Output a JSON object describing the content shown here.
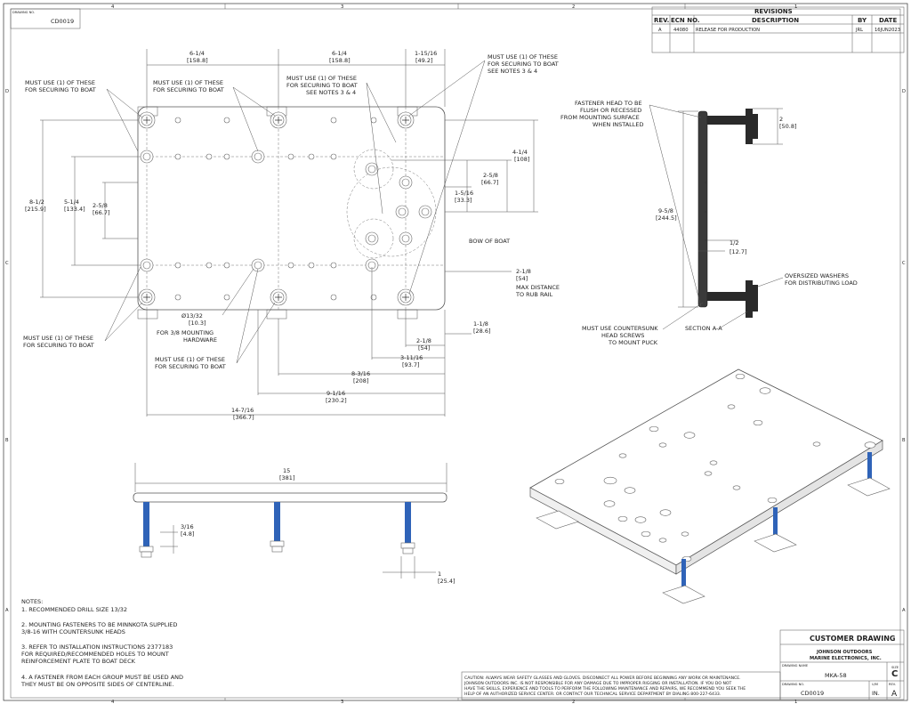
{
  "drawing_no_label": "DRAWING NO.",
  "drawing_no": "CD0019",
  "zones_top": [
    "4",
    "3",
    "2",
    "1"
  ],
  "zones_side": [
    "D",
    "C",
    "B",
    "A"
  ],
  "revisions": {
    "title": "REVISIONS",
    "headers": [
      "REV.",
      "ECN NO.",
      "DESCRIPTION",
      "BY",
      "DATE"
    ],
    "row": [
      "A",
      "44080",
      "RELEASE FOR PRODUCTION",
      "JRL",
      "16JUN2023"
    ]
  },
  "top_view": {
    "dim_top_1": "6-1/4",
    "dim_top_1_mm": "[158.8]",
    "dim_top_2": "6-1/4",
    "dim_top_2_mm": "[158.8]",
    "dim_top_3": "1-15/16",
    "dim_top_3_mm": "[49.2]",
    "note_tl": [
      "MUST USE (1) OF THESE",
      "FOR SECURING TO BOAT"
    ],
    "note_tm": [
      "MUST USE (1) OF THESE",
      "FOR SECURING TO BOAT"
    ],
    "note_tm2": [
      "MUST USE (1) OF THESE",
      "FOR SECURING TO BOAT",
      "SEE NOTES 3 & 4"
    ],
    "note_tr": [
      "MUST USE (1) OF THESE",
      "FOR SECURING TO BOAT",
      "SEE NOTES 3 & 4"
    ],
    "dim_left_1": "8-1/2",
    "dim_left_1_mm": "[215.9]",
    "dim_left_2": "5-1/4",
    "dim_left_2_mm": "[133.4]",
    "dim_left_3": "2-5/8",
    "dim_left_3_mm": "[66.7]",
    "dim_right_1": "4-1/4",
    "dim_right_1_mm": "[108]",
    "dim_right_2": "2-5/8",
    "dim_right_2_mm": "[66.7]",
    "dim_right_3": "1-5/16",
    "dim_right_3_mm": "[33.3]",
    "bow_label": "BOW OF BOAT",
    "dim_rub": "2-1/8",
    "dim_rub_mm": "[54]",
    "rub_note": [
      "MAX DISTANCE",
      "TO RUB RAIL"
    ],
    "dim_1_1_8": "1-1/8",
    "dim_1_1_8_mm": "[28.6]",
    "dim_2_1_8": "2-1/8",
    "dim_2_1_8_mm": "[54]",
    "dim_3_11_16": "3-11/16",
    "dim_3_11_16_mm": "[93.7]",
    "dim_8_3_16": "8-3/16",
    "dim_8_3_16_mm": "[208]",
    "dim_9_1_16": "9-1/16",
    "dim_9_1_16_mm": "[230.2]",
    "dim_14_7_16": "14-7/16",
    "dim_14_7_16_mm": "[366.7]",
    "hole_dia": "Ø13/32",
    "hole_dia_mm": "[10.3]",
    "hole_note": [
      "FOR 3/8 MOUNTING",
      "HARDWARE"
    ],
    "note_bl": [
      "MUST USE (1) OF THESE",
      "FOR SECURING TO BOAT"
    ],
    "note_bm": [
      "MUST USE (1) OF THESE",
      "FOR SECURING TO BOAT"
    ]
  },
  "section": {
    "fastener_note": [
      "FASTENER HEAD TO BE",
      "FLUSH OR RECESSED",
      "FROM MOUNTING SURFACE",
      "WHEN INSTALLED"
    ],
    "dim_2": "2",
    "dim_2_mm": "[50.8]",
    "dim_9_5_8": "9-5/8",
    "dim_9_5_8_mm": "[244.5]",
    "dim_1_2": "1/2",
    "dim_1_2_mm": "[12.7]",
    "washer_note": [
      "OVERSIZED WASHERS",
      "FOR DISTRIBUTING LOAD"
    ],
    "countersunk_note": [
      "MUST USE COUNTERSUNK",
      "HEAD SCREWS",
      "TO MOUNT PUCK"
    ],
    "section_label": "SECTION A-A"
  },
  "side_view": {
    "dim_15": "15",
    "dim_15_mm": "[381]",
    "dim_3_16": "3/16",
    "dim_3_16_mm": "[4.8]",
    "dim_1": "1",
    "dim_1_mm": "[25.4]"
  },
  "notes": {
    "title": "NOTES:",
    "items": [
      [
        "1. RECOMMENDED DRILL SIZE 13/32"
      ],
      [
        "2. MOUNTING FASTENERS TO BE MINNKOTA SUPPLIED",
        "3/8-16 WITH COUNTERSUNK HEADS"
      ],
      [
        "3. REFER TO INSTALLATION INSTRUCTIONS 2377183",
        "FOR REQUIRED/RECOMMENDED HOLES TO MOUNT",
        "REINFORCEMENT PLATE TO BOAT DECK"
      ],
      [
        "4. A FASTENER FROM EACH GROUP MUST BE USED AND",
        "THEY MUST BE ON OPPOSITE SIDES OF CENTERLINE."
      ]
    ]
  },
  "caution": [
    "CAUTION: ALWAYS WEAR SAFETY GLASSES AND GLOVES.  DISCONNECT ALL POWER BEFORE BEGINNING ANY WORK OR MAINTENANCE.",
    "JOHNSON OUTDOORS INC. IS NOT RESPONSIBLE FOR ANY DAMAGE DUE TO IMPROPER RIGGING OR INSTALLATION.    IF YOU DO NOT",
    "HAVE THE SKILLS, EXPERIENCE AND TOOLS TO PERFORM THE FOLLOWING MAINTENANCE AND REPAIRS, WE RECOMMEND YOU SEEK THE",
    "HELP OF AN AUTHORIZED SERVICE CENTER.   OR CONTACT OUR TECHNICAL SERVICE DEPARTMENT BY DIALING 800-227-6433."
  ],
  "title_block": {
    "title": "CUSTOMER DRAWING",
    "company": [
      "JOHNSON OUTDOORS",
      "MARINE ELECTRONICS, INC."
    ],
    "drawing_name_label": "DRAWING NAME",
    "drawing_name": "MKA-58",
    "size_label": "SIZE",
    "size": "C",
    "drawing_no_label": "DRAWING NO.",
    "drawing_no": "CD0019",
    "units_label": "U/M",
    "units": "IN.",
    "rev_label": "REV.",
    "rev": "A"
  },
  "colors": {
    "bolt": "#2f63b8",
    "line": "#333333"
  }
}
